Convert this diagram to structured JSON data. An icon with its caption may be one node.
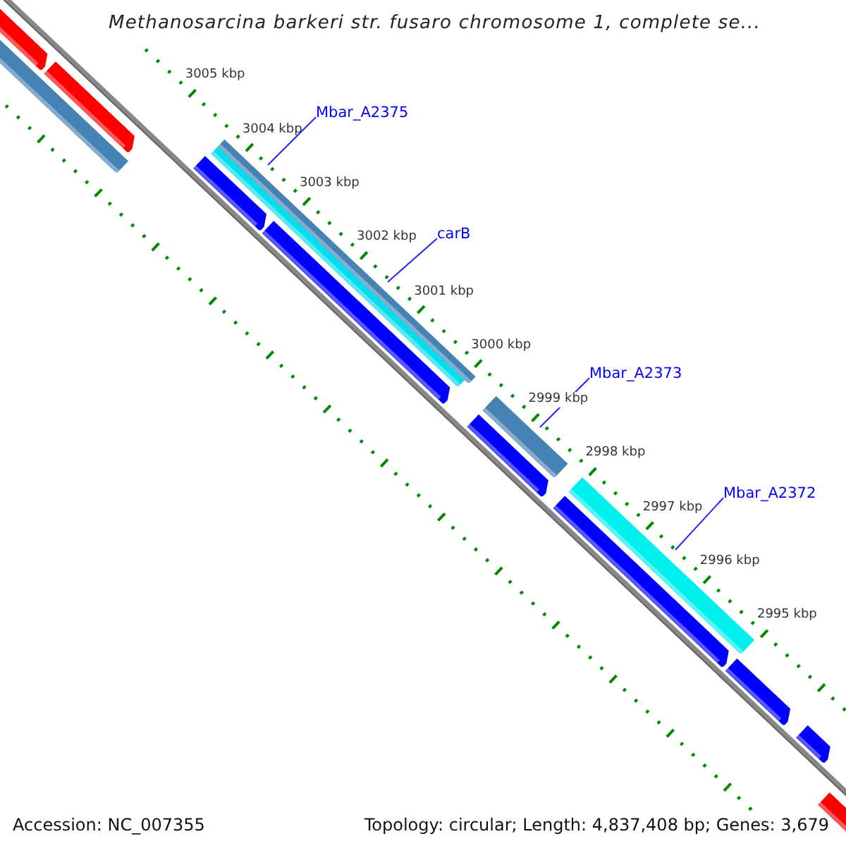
{
  "diagram": {
    "title": "Methanosarcina barkeri str. fusaro chromosome 1, complete se...",
    "nodes": [
      {
        "text": [
          "Mbar_A2375"
        ]
      },
      {
        "text": [
          "carB"
        ]
      },
      {
        "text": [
          "Mbar_A2373"
        ]
      },
      {
        "text": [
          "Mbar_A2372"
        ]
      }
    ],
    "edges": [
      {
        "from": 0,
        "to": null,
        "arrow": "none"
      },
      {
        "from": 1,
        "to": null,
        "arrow": "none"
      },
      {
        "from": 2,
        "to": null,
        "arrow": "none"
      },
      {
        "from": 3,
        "to": null,
        "arrow": "none"
      }
    ],
    "labels": [
      "3005 kbp",
      "3004 kbp",
      "3003 kbp",
      "3002 kbp",
      "3001 kbp",
      "3000 kbp",
      "2999 kbp",
      "2998 kbp",
      "2997 kbp",
      "2996 kbp",
      "2995 kbp",
      "Accession: NC_007355",
      "Topology: circular; Length: 4,837,408 bp; Genes: 3,679"
    ]
  }
}
